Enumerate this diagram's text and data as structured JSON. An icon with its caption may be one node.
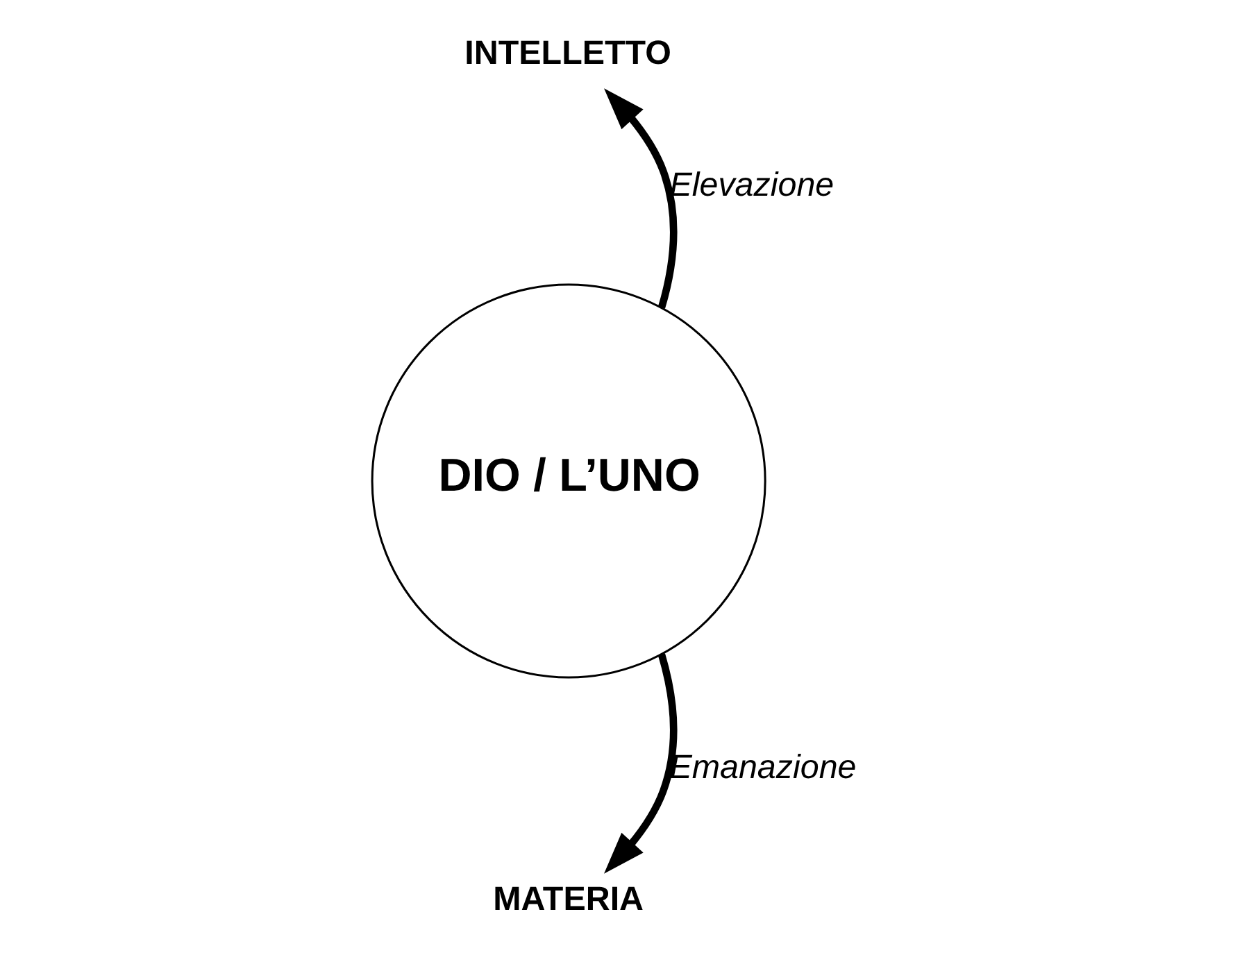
{
  "diagram": {
    "nodes": [
      {
        "text": [
          "INTELLETTO"
        ]
      },
      {
        "text": [
          "DIO / L’UNO"
        ]
      },
      {
        "text": [
          "MATERIA"
        ]
      }
    ],
    "edges": [
      {
        "from": 1,
        "to": 2,
        "arrow": "to",
        "label": "Emanazione"
      },
      {
        "from": 1,
        "to": 0,
        "arrow": "to",
        "label": "Elevazione"
      }
    ]
  }
}
